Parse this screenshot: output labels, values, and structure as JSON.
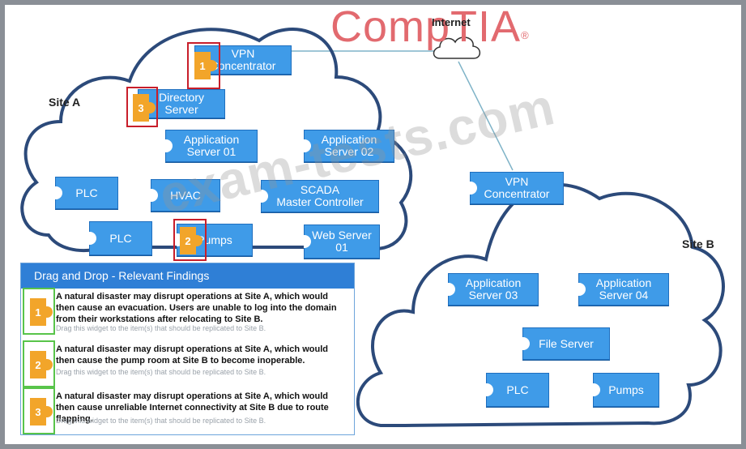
{
  "brand": {
    "name": "CompTIA",
    "mark": "®"
  },
  "internet_label": "Internet",
  "watermark": "exam-tests.com",
  "sites": {
    "a": "Site A",
    "b": "Site B"
  },
  "site_a_nodes": [
    {
      "label": "VPN\nConcentrator"
    },
    {
      "label": "Directory\nServer"
    },
    {
      "label": "Application\nServer 01"
    },
    {
      "label": "Application\nServer 02"
    },
    {
      "label": "PLC"
    },
    {
      "label": "HVAC"
    },
    {
      "label": "SCADA\nMaster Controller"
    },
    {
      "label": "PLC"
    },
    {
      "label": "Pumps"
    },
    {
      "label": "Web Server\n01"
    }
  ],
  "site_b_nodes": [
    {
      "label": "VPN\nConcentrator"
    },
    {
      "label": "Application\nServer 03"
    },
    {
      "label": "Application\nServer 04"
    },
    {
      "label": "File Server"
    },
    {
      "label": "PLC"
    },
    {
      "label": "Pumps"
    }
  ],
  "placed_markers": [
    {
      "number": "1",
      "target": "VPN Concentrator"
    },
    {
      "number": "3",
      "target": "Directory Server"
    },
    {
      "number": "2",
      "target": "Pumps"
    }
  ],
  "panel": {
    "title": "Drag and Drop - Relevant Findings",
    "items": [
      {
        "number": "1",
        "text": "A natural disaster may disrupt operations at Site A, which would then cause an evacuation. Users are unable to log into the domain from their workstations after relocating to Site B.",
        "hint": "Drag this widget to the item(s) that should be replicated to Site B."
      },
      {
        "number": "2",
        "text": "A natural disaster may disrupt operations at Site A, which would then cause the pump room at Site B to become inoperable.",
        "hint": "Drag this widget to the item(s) that should be replicated to Site B."
      },
      {
        "number": "3",
        "text": "A natural disaster may disrupt operations at Site A, which would then cause unreliable Internet connectivity at Site B due to route flapping.",
        "hint": "Drag this widget to the item(s) that should be replicated to Site B."
      }
    ]
  },
  "colors": {
    "node_fill": "#3f9be8",
    "marker": "#f2a52a",
    "selection": "#c81e2a",
    "panel_header": "#2f7fd6",
    "item_border": "#58c44a"
  }
}
